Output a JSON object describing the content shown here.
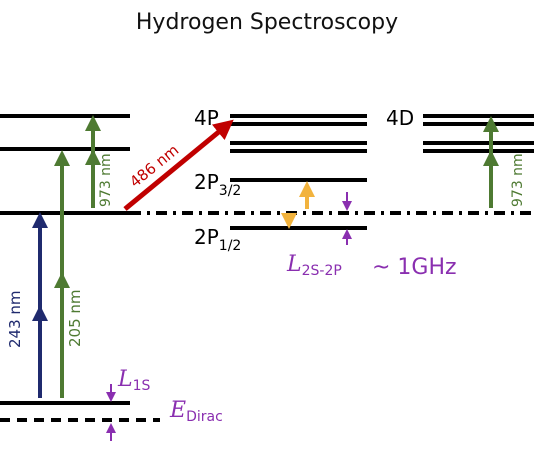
{
  "title": "Hydrogen Spectroscopy",
  "levels": {
    "p4": "4P",
    "p2_32_main": "2P",
    "p2_32_sub": "3/2",
    "p2_12_main": "2P",
    "p2_12_sub": "1/2",
    "d4": "4D"
  },
  "transitions": {
    "nm243": "243 nm",
    "nm205": "205 nm",
    "nm973_left": "973 nm",
    "nm486": "486 nm",
    "nm973_right": "973 nm"
  },
  "shifts": {
    "l1s_main": "L",
    "l1s_sub": "1S",
    "l2s_main": "L",
    "l2s_sub": "2S-2P",
    "approx": "~ 1GHz",
    "edirac_main": "E",
    "edirac_sub": "Dirac"
  },
  "colors": {
    "level": "#000000",
    "blue_arrow": "#1f2a6e",
    "green_arrow": "#4e7a32",
    "red_arrow": "#c00000",
    "yellow_arrow": "#f2b33d",
    "purple": "#8a2fb0"
  }
}
